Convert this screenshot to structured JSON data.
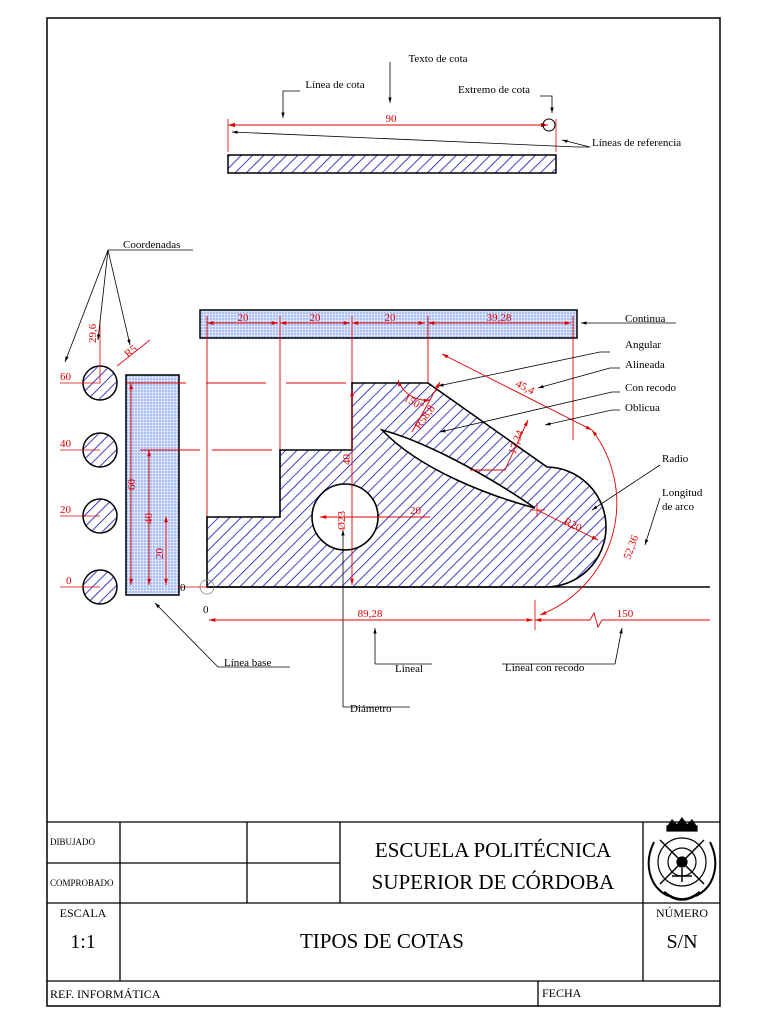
{
  "annotations": {
    "texto_de_cota": "Texto de cota",
    "linea_de_cota": "Línea de cota",
    "extremo_de_cota": "Extremo de cota",
    "lineas_de_referencia": "Líneas de referencia",
    "coordenadas": "Coordenadas",
    "continua": "Continua",
    "angular": "Angular",
    "alineada": "Alineada",
    "con_recodo": "Con recodo",
    "oblicua": "Oblicua",
    "radio": "Radio",
    "longitud": "Longitud",
    "de_arco": "de arco",
    "linea_base": "Línea base",
    "lineal": "Lineal",
    "lineal_con_recodo": "Lineal con recodo",
    "diametro": "Diámetro"
  },
  "dimensions": {
    "top_90": "90",
    "cont_1": "20",
    "cont_2": "20",
    "cont_3": "20",
    "cont_4": "39,28",
    "coord_29_6": "29,6",
    "r5": "R5",
    "coord_60": "60",
    "coord_40": "40",
    "coord_20": "20",
    "coord_0": "0",
    "base_60": "60",
    "base_40": "40",
    "base_20": "20",
    "origin_0_left": "0",
    "origin_0_bottom": "0",
    "ang_150": "150°",
    "r58_8": "R58,8",
    "aligned_45_4": "45,4",
    "oblique_17_34": "17,34",
    "step_40": "40",
    "diam_23": "Ø23",
    "diam_20": "20",
    "radius_r20": "R20",
    "arc_52_36": "52,36",
    "lin_89_28": "89,28",
    "lin_150": "150"
  },
  "title_block": {
    "dibujado": "DIBUJADO",
    "comprobado": "COMPROBADO",
    "school_line1": "ESCUELA POLITÉCNICA",
    "school_line2": "SUPERIOR DE CÓRDOBA",
    "escala_label": "ESCALA",
    "escala_value": "1:1",
    "title": "TIPOS DE COTAS",
    "numero_label": "NÚMERO",
    "numero_value": "S/N",
    "ref_informatica": "REF. INFORMÁTICA",
    "fecha": "FECHA"
  },
  "colors": {
    "dimension": "#e00000",
    "hatch": "#1010c0",
    "outline": "#000000"
  }
}
